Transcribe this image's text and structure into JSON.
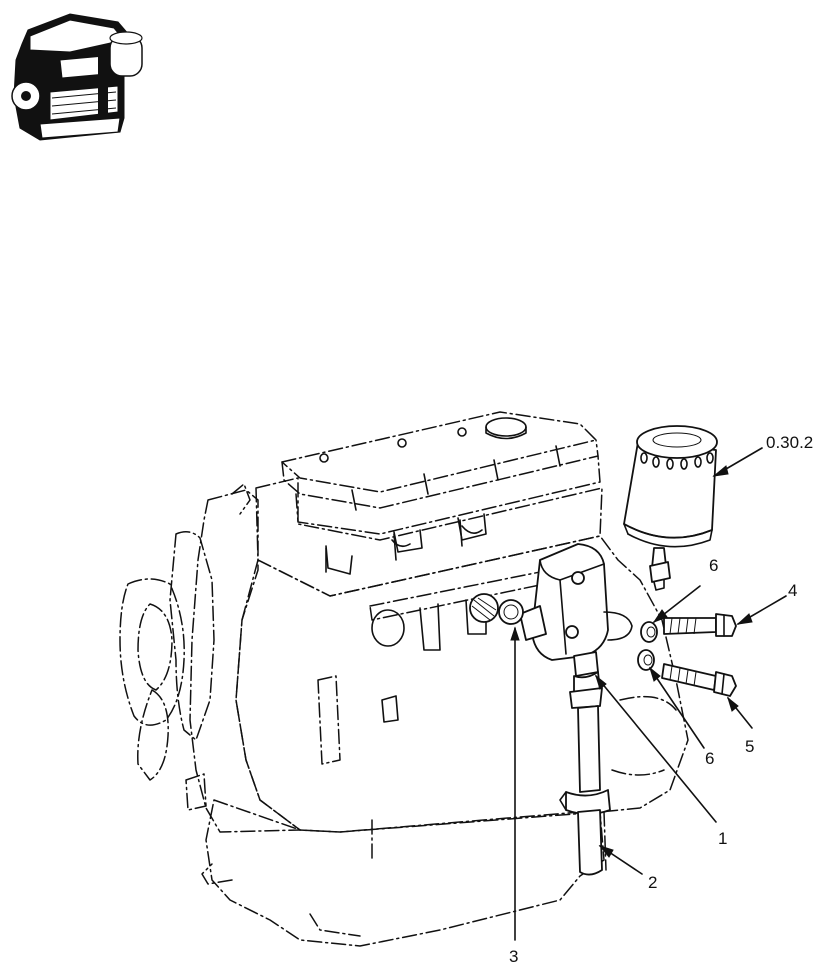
{
  "callouts": {
    "filter_ref": "0.30.2",
    "c1": "1",
    "c2": "2",
    "c3": "3",
    "c4": "4",
    "c5": "5",
    "c6_top": "6",
    "c6_bottom": "6"
  }
}
